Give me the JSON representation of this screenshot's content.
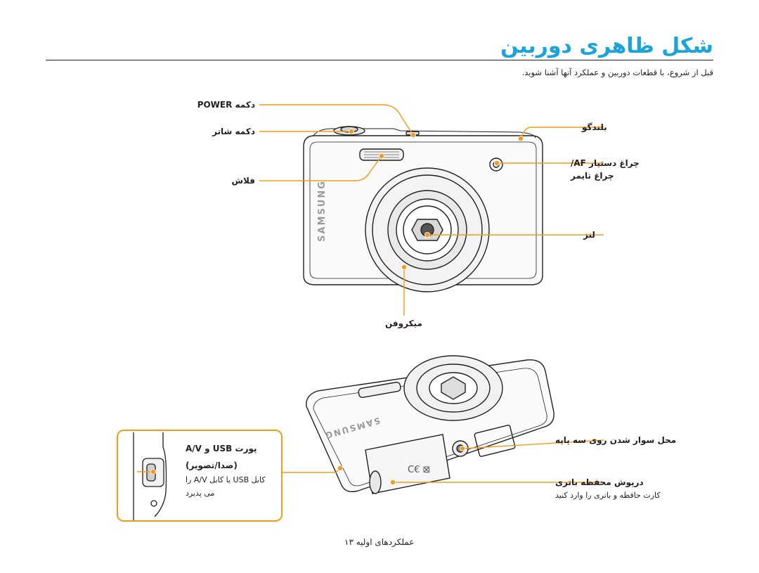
{
  "page": {
    "title": "شکل ظاهری دوربین",
    "intro": "قبل از شروع، با قطعات دوربین و عملکرد آنها آشنا شوید.",
    "footer": "عملکردهای اولیه  ۱۳"
  },
  "labels": {
    "power": "دکمه POWER",
    "shutter": "دکمه شاتر",
    "flash": "فلاش",
    "speaker": "بلندگو",
    "af_lamp_1": "چراغ دستیار AF/",
    "af_lamp_2": "چراغ تایمر",
    "lens": "لنز",
    "mic": "میکروفن",
    "tripod": "محل سوار شدن روی سه پایه",
    "battery_door": "درپوش محفظه باتری",
    "battery_note": "کارت حافظه و باتری را وارد کنید",
    "usb_port": "پورت USB و A/V",
    "usb_port_sub": "(صدا/تصویر)",
    "usb_note_1": "کابل USB یا کابل A/V را",
    "usb_note_2": "می پذیرد"
  },
  "brand": {
    "logo_text": "SAMSUNG"
  },
  "colors": {
    "accent": "#1aa3dd",
    "callout": "#f39b1c",
    "outline": "#231f20"
  }
}
